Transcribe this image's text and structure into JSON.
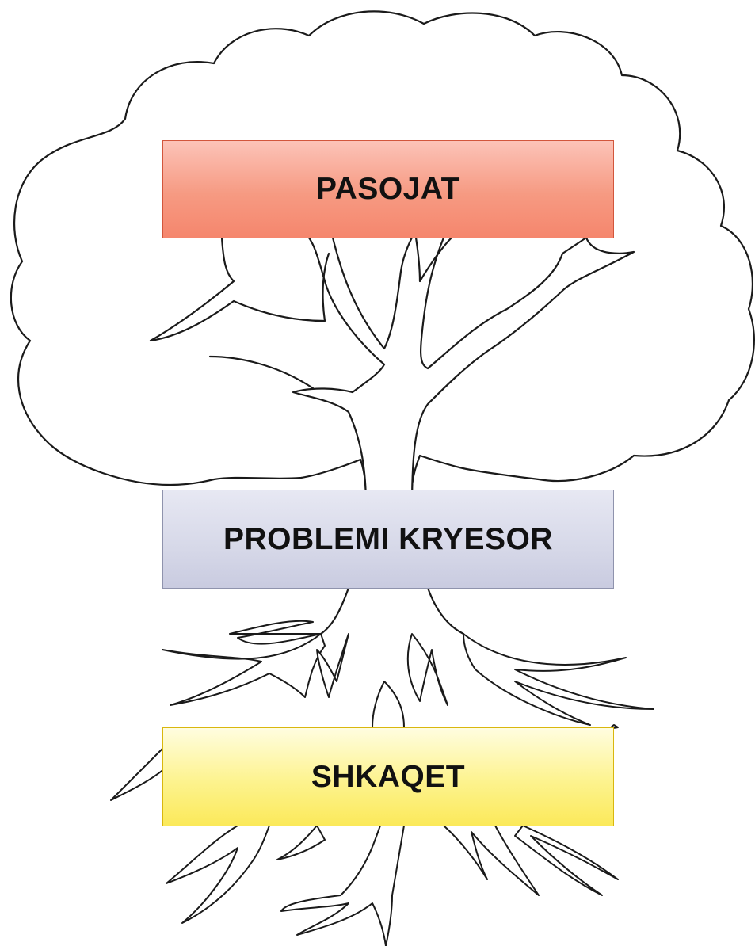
{
  "diagram": {
    "type": "problem-tree",
    "boxes": {
      "effects": {
        "label": "PASOJAT",
        "color": "#f69a82"
      },
      "main_problem": {
        "label": "PROBLEMI KRYESOR",
        "color": "#d6d8e8"
      },
      "causes": {
        "label": "SHKAQET",
        "color": "#fdf38e"
      }
    },
    "colors": {
      "outline": "#1a1a1a",
      "background": "#ffffff"
    }
  }
}
